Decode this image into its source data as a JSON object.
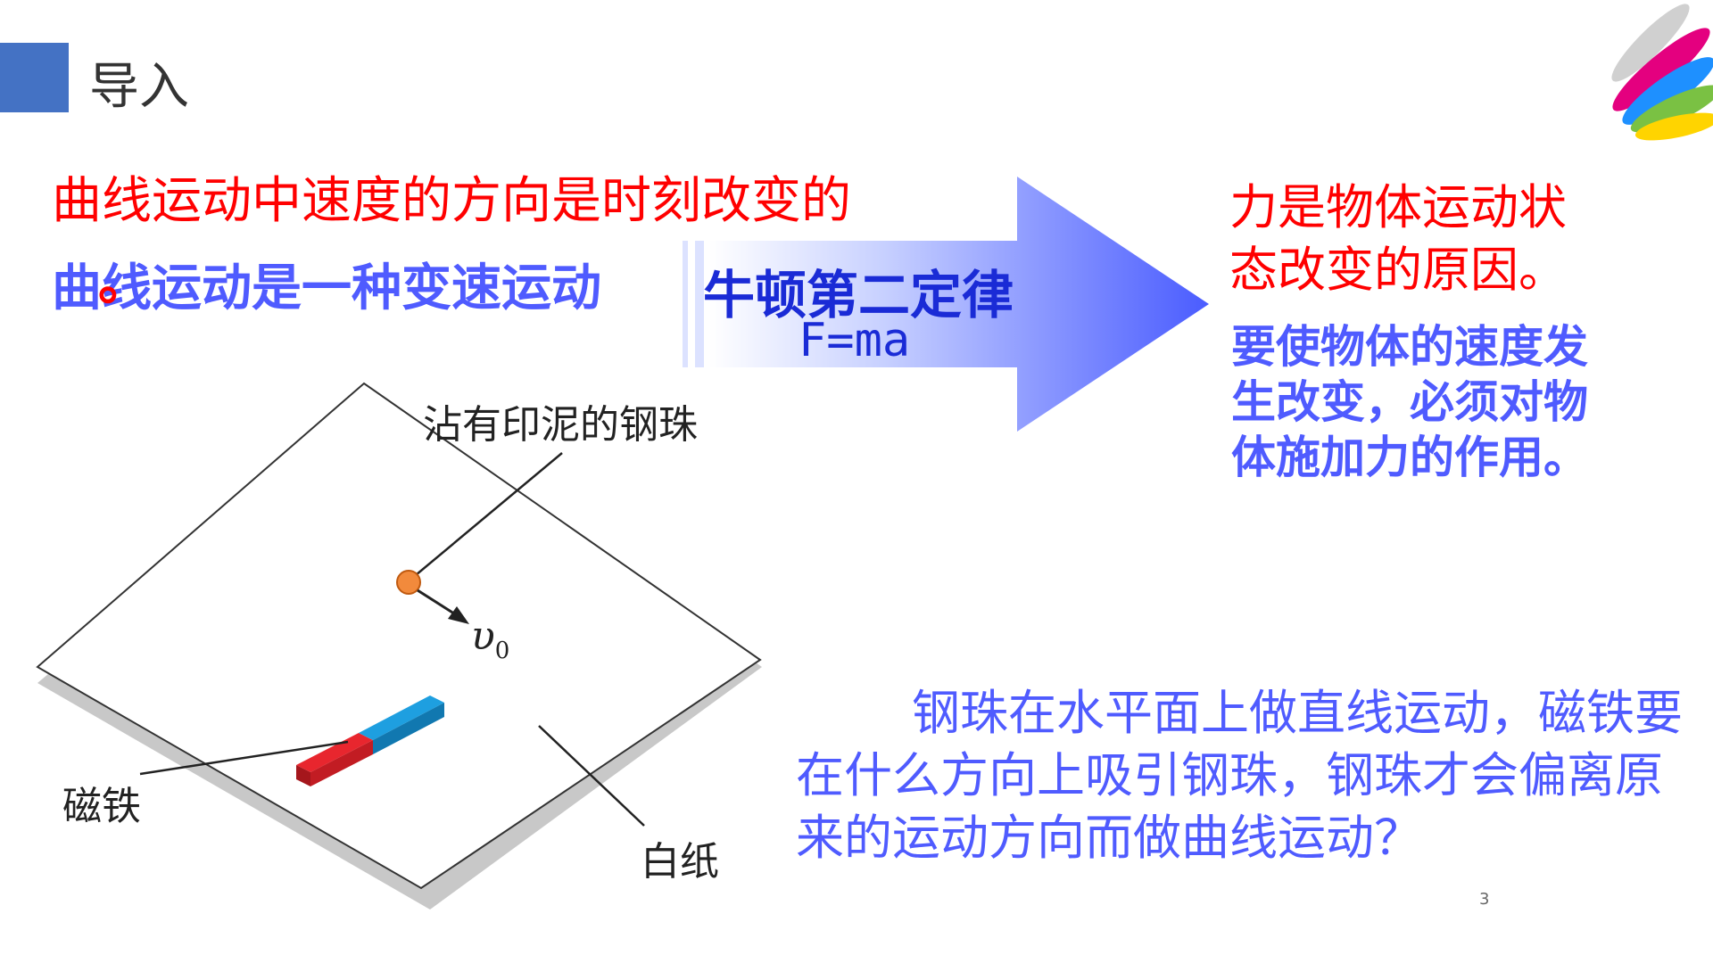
{
  "slide": {
    "title": "导入",
    "page_number": "3"
  },
  "left_text": {
    "line1": "曲线运动中速度的方向是时刻改变的",
    "line2": "曲线运动是一种变速运动",
    "line2_dot": "。",
    "line3": "。"
  },
  "arrow": {
    "law_name": "牛顿第二定律",
    "formula": "F=ma"
  },
  "right_text": {
    "cause": "力是物体运动状态改变的原因。",
    "need": "要使物体的速度发生改变，必须对物体施加力的作用。"
  },
  "question": "钢珠在水平面上做直线运动，磁铁要在什么方向上吸引钢珠，钢珠才会偏离原来的运动方向而做曲线运动？",
  "diagram": {
    "label_ball": "沾有印泥的钢珠",
    "label_velocity": "υ",
    "label_velocity_sub": "0",
    "label_magnet": "磁铁",
    "label_paper": "白纸"
  },
  "colors": {
    "accent_blue": "#4472c4",
    "red": "#ff0000",
    "text_blue": "#4f5bff",
    "law_blue": "#1a2bd6",
    "ball_orange": "#f28a3c",
    "magnet_red": "#e8262e",
    "magnet_blue": "#1e9fe0"
  }
}
